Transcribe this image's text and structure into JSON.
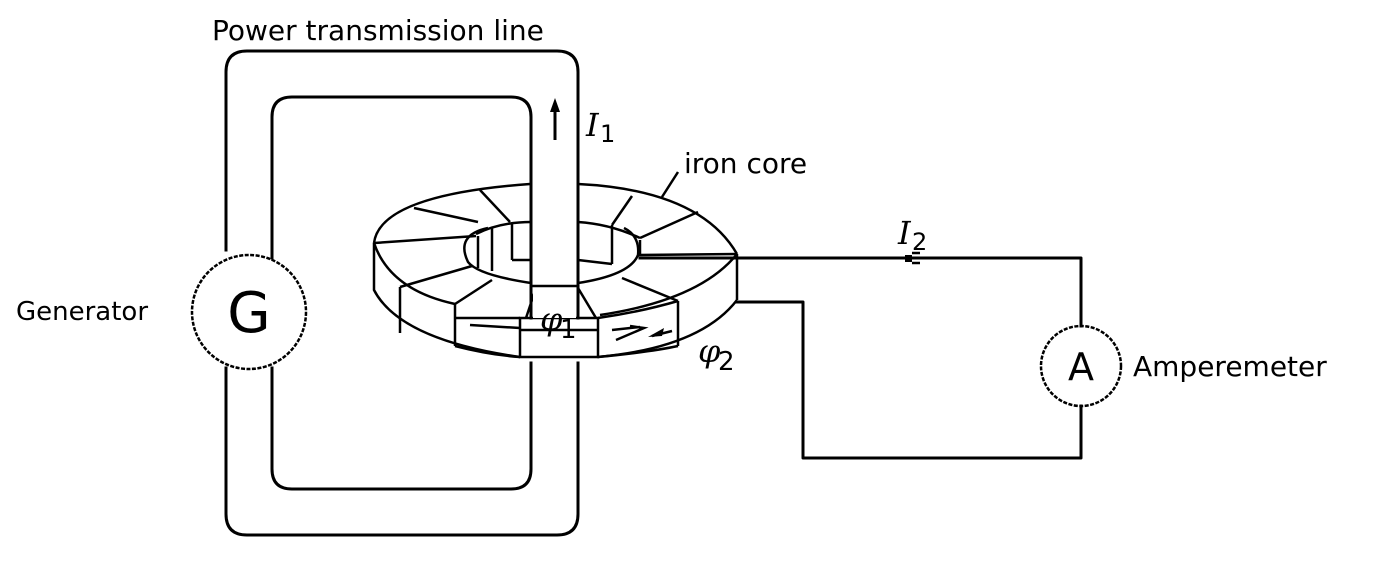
{
  "diagram": {
    "title": "Power transmission line",
    "labels": {
      "transmission_line": "Power transmission line",
      "iron_core": "iron core",
      "generator": "Generator",
      "generator_symbol": "G",
      "ammeter": "Amperemeter",
      "ammeter_symbol": "A",
      "current1_symbol": "I",
      "current1_sub": "1",
      "current2_symbol": "I",
      "current2_sub": "2",
      "flux1_symbol": "φ",
      "flux1_sub": "1",
      "flux2_symbol": "φ",
      "flux2_sub": "2"
    },
    "components": [
      {
        "id": "generator",
        "name": "Generator",
        "symbol": "G"
      },
      {
        "id": "transmission-line",
        "name": "Power transmission line"
      },
      {
        "id": "iron-core",
        "name": "iron core",
        "shape": "toroid"
      },
      {
        "id": "ammeter",
        "name": "Amperemeter",
        "symbol": "A"
      }
    ],
    "quantities": [
      {
        "symbol": "I1",
        "meaning": "primary current in transmission line",
        "direction": "up"
      },
      {
        "symbol": "I2",
        "meaning": "secondary current through ammeter circuit",
        "direction": "left"
      },
      {
        "symbol": "φ1",
        "meaning": "magnetic flux in iron core"
      },
      {
        "symbol": "φ2",
        "meaning": "magnetic flux in iron core (opposing)"
      }
    ],
    "colors": {
      "line": "#000000",
      "background": "#ffffff"
    }
  }
}
